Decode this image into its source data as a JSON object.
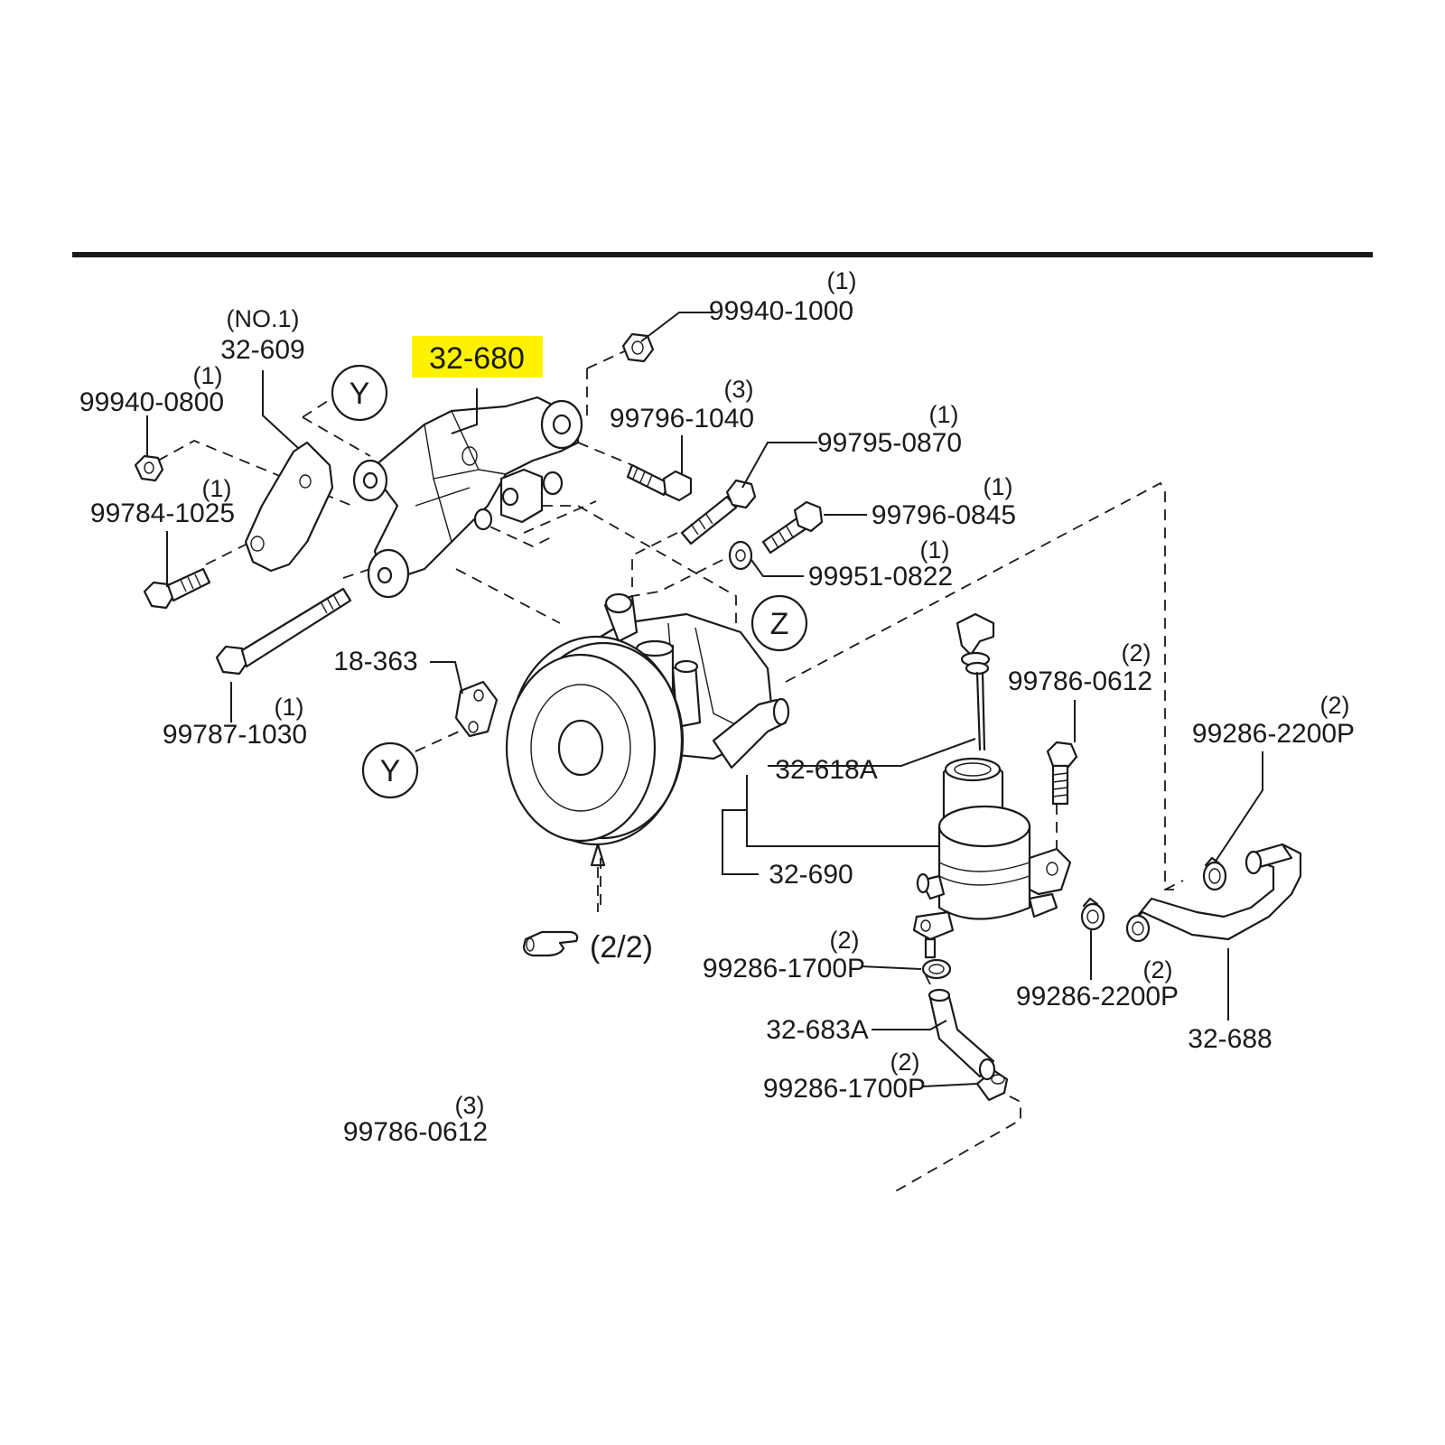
{
  "highlight_color": "#fff200",
  "main_part": "32-680",
  "labels": {
    "bracket_no1": "(NO.1)",
    "bracket_part": "32-609",
    "nut_0800": "99940-0800",
    "nut_0800_qty": "(1)",
    "bolt_1025": "99784-1025",
    "bolt_1025_qty": "(1)",
    "bolt_1030": "99787-1030",
    "bolt_1030_qty": "(1)",
    "nut_1000": "99940-1000",
    "nut_1000_qty": "(1)",
    "bolt_1040": "99796-1040",
    "bolt_1040_qty": "(3)",
    "bolt_0870": "99795-0870",
    "bolt_0870_qty": "(1)",
    "bolt_0845": "99796-0845",
    "bolt_0845_qty": "(1)",
    "washer_0822": "99951-0822",
    "washer_0822_qty": "(1)",
    "clamp_18363": "18-363",
    "reservoir_cap": "32-618A",
    "reservoir": "32-690",
    "bolt_0612_a": "99786-0612",
    "bolt_0612_a_qty": "(2)",
    "clamp_2200_a": "99286-2200P",
    "clamp_2200_a_qty": "(2)",
    "clamp_2200_b": "99286-2200P",
    "clamp_2200_b_qty": "(2)",
    "clamp_1700_a": "99286-1700P",
    "clamp_1700_a_qty": "(2)",
    "clamp_1700_b": "99286-1700P",
    "clamp_1700_b_qty": "(2)",
    "hose_683": "32-683A",
    "hose_688": "32-688",
    "bolt_0612_b": "99786-0612",
    "bolt_0612_b_qty": "(3)",
    "page_ref": "(2/2)",
    "marker_y": "Y",
    "marker_z": "Z"
  }
}
